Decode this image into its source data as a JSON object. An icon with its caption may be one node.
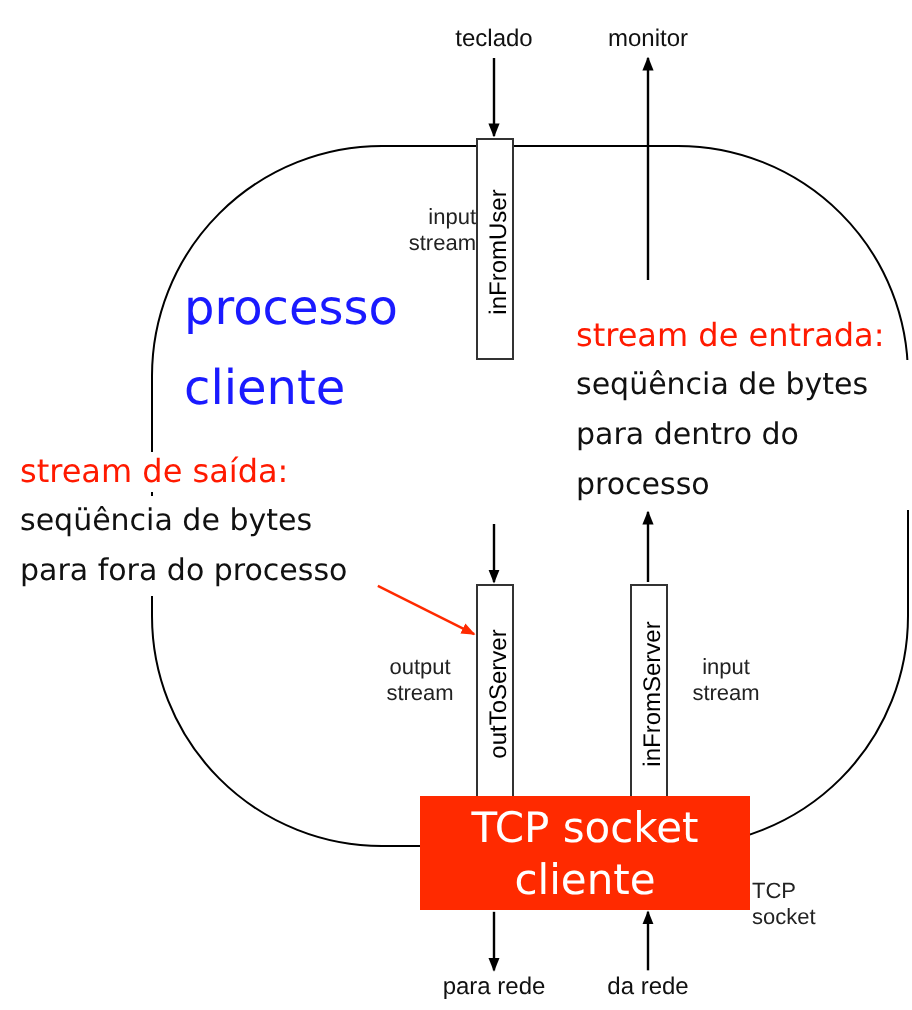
{
  "diagram": {
    "nodes": [
      {
        "text": [
          "teclado"
        ]
      },
      {
        "text": [
          "monitor"
        ]
      },
      {
        "text": [
          "inFromUser"
        ],
        "beside": [
          "input stream"
        ]
      },
      {
        "text": [
          "outToServer"
        ],
        "beside": [
          "output stream"
        ]
      },
      {
        "text": [
          "inFromServer"
        ],
        "beside": [
          "input stream"
        ]
      },
      {
        "text": [
          "TCP socket cliente"
        ],
        "beside": [
          "TCP socket"
        ]
      },
      {
        "text": [
          "para rede"
        ]
      },
      {
        "text": [
          "da rede"
        ]
      },
      {
        "text": [
          "stream de saída:",
          "seqüência de bytes para fora do processo"
        ]
      },
      {
        "text": [
          "stream de entrada:",
          "seqüência de bytes para dentro do processo"
        ]
      }
    ],
    "edges": [
      {
        "from": 0,
        "to": 2,
        "arrow": "to"
      },
      {
        "from": null,
        "to": 1,
        "arrow": "to"
      },
      {
        "from": null,
        "to": 3,
        "arrow": "to"
      },
      {
        "from": 4,
        "to": 9,
        "arrow": "to"
      },
      {
        "from": 5,
        "to": 6,
        "arrow": "to"
      },
      {
        "from": 7,
        "to": 5,
        "arrow": "to"
      },
      {
        "from": 8,
        "to": 3,
        "arrow": "to",
        "color": "#ff2a00"
      }
    ],
    "labels": [
      "processo cliente"
    ]
  }
}
